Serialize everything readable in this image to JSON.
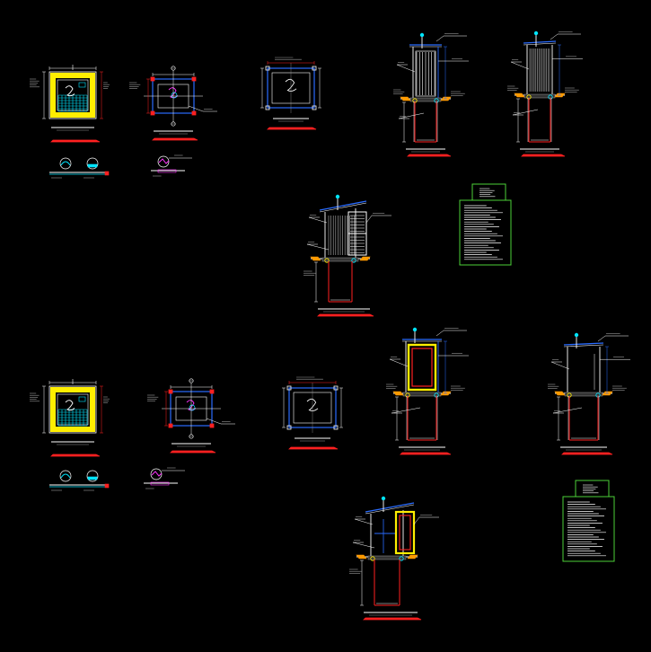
{
  "colors": {
    "background": "#000000",
    "white": "#ffffff",
    "red": "#ff2020",
    "blue": "#2a6cff",
    "cyan": "#00e5ff",
    "yellow": "#ffee00",
    "green": "#4cd137",
    "magenta": "#ff33ff",
    "orange": "#ff9a00",
    "grey": "#9a9a9a"
  },
  "drawing": {
    "sheets": [
      {
        "id": "top",
        "views": [
          "plan-tiled",
          "plan-framed",
          "plan-simple",
          "section-front",
          "section-side",
          "section-door",
          "notes"
        ]
      },
      {
        "id": "bottom",
        "views": [
          "plan-tiled",
          "plan-framed",
          "plan-simple",
          "section-front",
          "section-side",
          "section-door",
          "notes"
        ]
      }
    ]
  }
}
